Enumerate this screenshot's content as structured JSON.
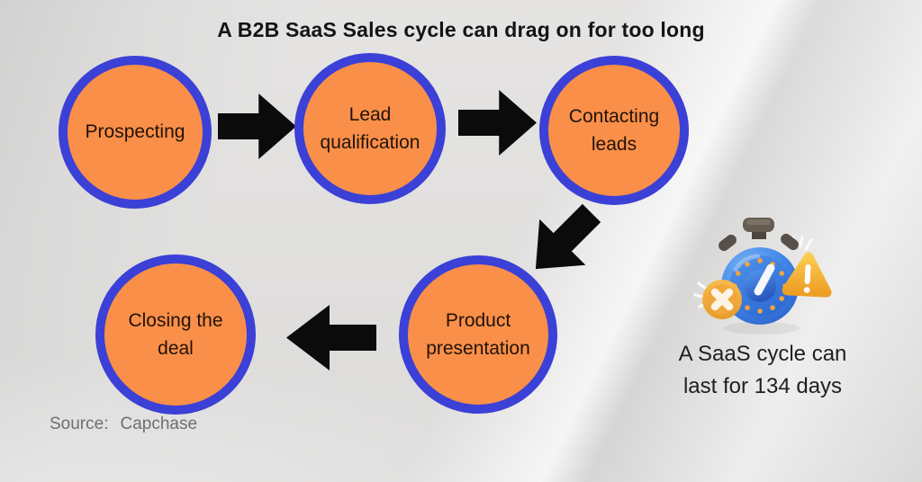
{
  "title": "A B2B SaaS Sales cycle can drag on for too long",
  "steps": [
    {
      "label": "Prospecting"
    },
    {
      "label": "Lead qualification"
    },
    {
      "label": "Contacting leads"
    },
    {
      "label": "Product presentation"
    },
    {
      "label": "Closing the deal"
    }
  ],
  "flow_connections": [
    "Prospecting → Lead qualification",
    "Lead qualification → Contacting leads",
    "Contacting leads → Product presentation",
    "Product presentation → Closing the deal"
  ],
  "callout": {
    "icon": "stopwatch-warning-icon",
    "line1": "A SaaS cycle can",
    "line2": "last for 134 days"
  },
  "source": {
    "label": "Source:",
    "value": "Capchase"
  },
  "colors": {
    "background": "#dedddc",
    "circle_fill": "#F98F49",
    "circle_border": "#3B40D6",
    "circle_text": "#22130A",
    "arrow": "#0B0B0B",
    "title_text": "#141414",
    "caption_text": "#1F1F1F",
    "source_text": "#6E6E6E",
    "stopwatch_blue": "#3D7BE0",
    "dot_orange": "#F2A43C",
    "badge_yellow": "#F0A73C",
    "warning_yellow": "#F3AC30"
  }
}
